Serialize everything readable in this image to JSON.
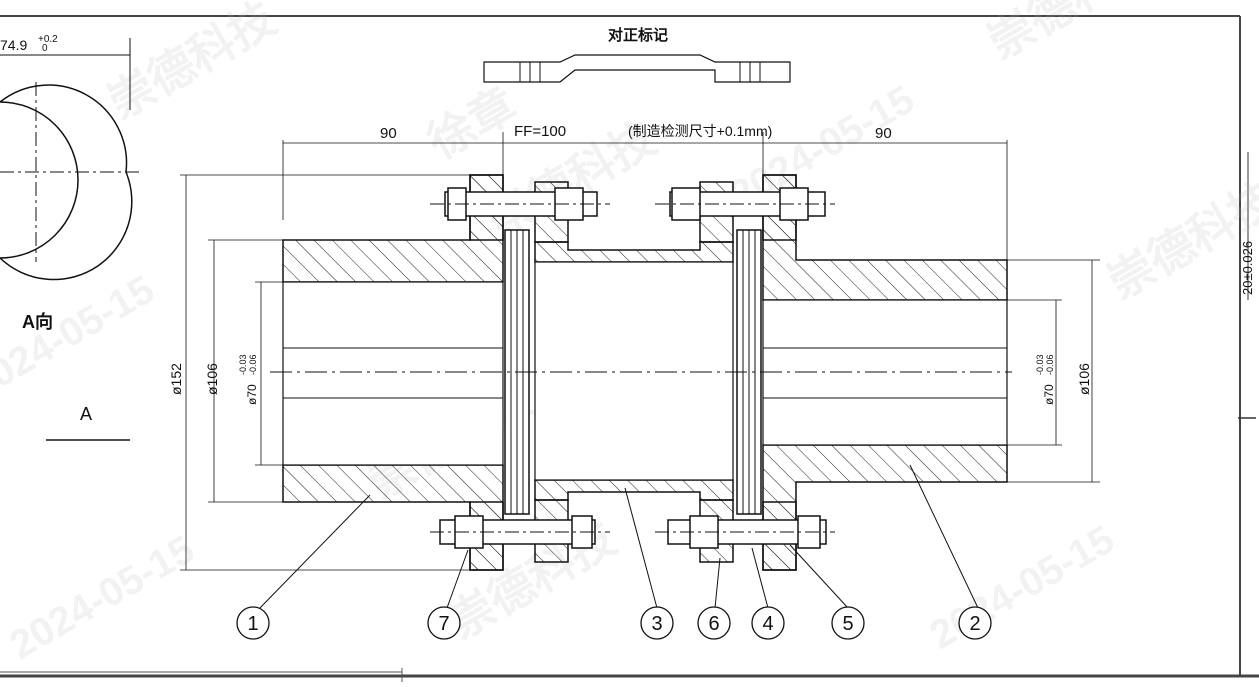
{
  "drawing": {
    "alignment_mark_title": "对正标记",
    "view_label": "A向",
    "section_letter": "A",
    "face_tolerance": {
      "base": "74.9",
      "upper": "+0.2",
      "lower": "0"
    },
    "right_edge_dim": "20±0.026",
    "dims": {
      "left_length": "90",
      "right_length": "90",
      "ff": "FF=100",
      "note": "(制造检测尺寸+0.1mm)",
      "dia_outer": "ø152",
      "dia_hub_left": "ø106",
      "dia_bore_left": "ø70",
      "dia_bore_left_tol_upper": "-0.03",
      "dia_bore_left_tol_lower": "-0.06",
      "dia_hub_right": "ø106",
      "dia_bore_right": "ø70",
      "dia_bore_right_tol_upper": "-0.03",
      "dia_bore_right_tol_lower": "-0.06"
    },
    "balloons": [
      "1",
      "7",
      "3",
      "6",
      "4",
      "5",
      "2"
    ]
  },
  "watermark": {
    "company": "崇德科技",
    "name": "徐章",
    "date": "2024-05-15"
  },
  "colors": {
    "line": "#111111",
    "hatch": "#222222",
    "watermark": "#b9b9b9",
    "frame": "#444444"
  }
}
